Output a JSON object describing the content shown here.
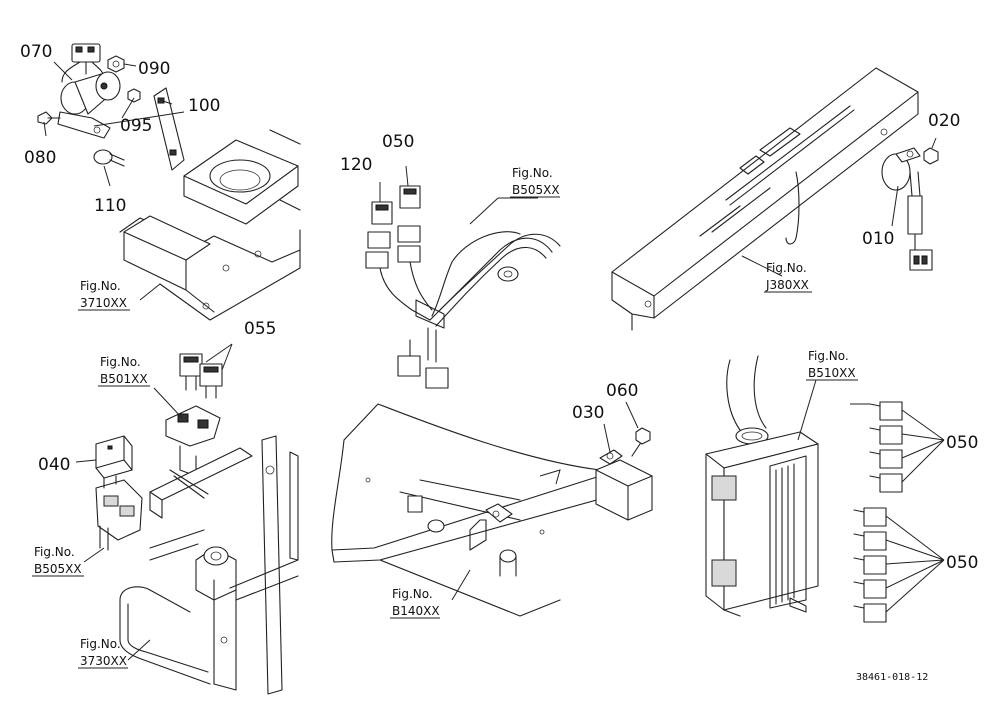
{
  "part_numbers": {
    "p070": "070",
    "p090": "090",
    "p100": "100",
    "p095": "095",
    "p080": "080",
    "p110": "110",
    "p050_top": "050",
    "p120": "120",
    "p020": "020",
    "p010": "010",
    "p055": "055",
    "p040": "040",
    "p060": "060",
    "p030": "030",
    "p050_upper_right": "050",
    "p050_lower_right": "050"
  },
  "figure_refs": {
    "prefix": "Fig.No.",
    "f3710": "3710XX",
    "fB505_top": "B505XX",
    "fJ380": "J380XX",
    "fB501": "B501XX",
    "fB510": "B510XX",
    "fB505_left": "B505XX",
    "fB140": "B140XX",
    "f3730": "3730XX"
  },
  "drawing_code": "38461-018-12"
}
